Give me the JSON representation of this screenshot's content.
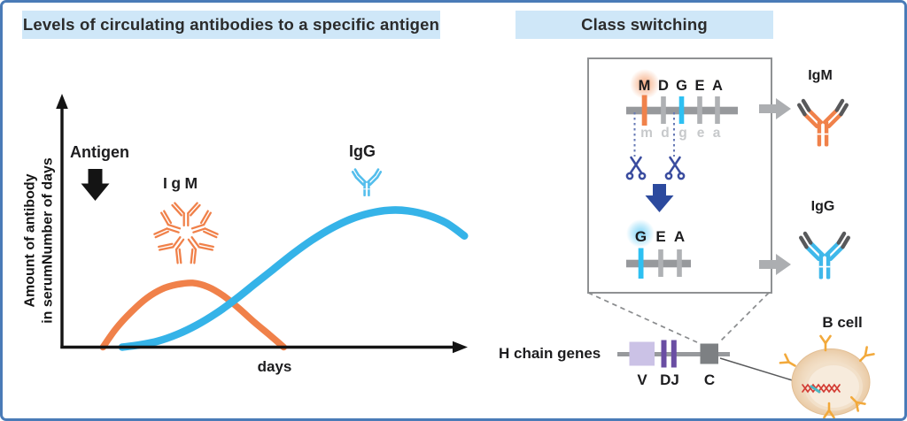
{
  "panel_left": {
    "title": "Levels of circulating antibodies to a specific antigen",
    "y_axis_label_line1": "Amount of antibody",
    "y_axis_label_line2": "in serumNumber of days",
    "x_axis_label": "days",
    "antigen_label": "Antigen",
    "igm_curve_label": "IgM",
    "igg_curve_label": "IgG"
  },
  "chart_data": {
    "type": "line",
    "title": "Levels of circulating antibodies to a specific antigen",
    "xlabel": "days",
    "ylabel": "Amount of antibody in serum",
    "x_range": [
      0,
      32
    ],
    "y_range": [
      0,
      8
    ],
    "grid": false,
    "legend_position": "labels-above-curves",
    "annotations": [
      {
        "text": "Antigen",
        "x_day": 2.5,
        "type": "down-arrow"
      }
    ],
    "series": [
      {
        "name": "IgM",
        "color": "#F0814A",
        "x": [
          3.2,
          4.2,
          5.4,
          6.6,
          7.8,
          9.0,
          10.2,
          11.4,
          12.6,
          13.8,
          15.0,
          16.2,
          17.3
        ],
        "y": [
          0,
          0.6,
          1.15,
          1.6,
          1.9,
          2.05,
          2.1,
          1.97,
          1.68,
          1.27,
          0.82,
          0.4,
          0
        ]
      },
      {
        "name": "IgG",
        "color": "#35B3E8",
        "x": [
          4.7,
          6,
          7.5,
          9,
          10.5,
          12,
          13.5,
          15,
          16.5,
          18,
          19.5,
          21,
          22.5,
          24,
          25.5,
          27,
          28.5,
          30,
          31.4
        ],
        "y": [
          0,
          0.07,
          0.2,
          0.42,
          0.72,
          1.1,
          1.55,
          2.05,
          2.55,
          3.05,
          3.5,
          3.88,
          4.18,
          4.38,
          4.48,
          4.46,
          4.32,
          4.06,
          3.64
        ]
      }
    ]
  },
  "panel_right": {
    "title": "Class switching",
    "top_letters": [
      "M",
      "D",
      "G",
      "E",
      "A"
    ],
    "faded_letters": [
      "m",
      "d",
      "g",
      "e",
      "a"
    ],
    "bottom_letters": [
      "G",
      "E",
      "A"
    ],
    "igm_label": "IgM",
    "igg_label": "IgG",
    "h_chain_label": "H chain genes",
    "v_label": "V",
    "dj_label": "DJ",
    "c_label": "C",
    "b_cell_label": "B cell"
  },
  "colors": {
    "frame_border": "#4A7BB7",
    "title_bg": "#CFE7F8",
    "igm_orange": "#F0814A",
    "igg_blue": "#35B3E8",
    "cyan_tick": "#2EC0F2",
    "navy_arrow": "#2C4A9E",
    "scissors_navy": "#3A4C9F",
    "gene_gray": "#97999C",
    "light_gray_arrow": "#ACAEB1",
    "tip_dark_gray": "#58595B",
    "v_lavender": "#CBC2E6",
    "dj_purple": "#6A4EA3",
    "c_gray": "#7D8083",
    "cell_tan": "#EFD8BC",
    "receptor_gold": "#F2A93B",
    "dna_red": "#D23B33"
  }
}
